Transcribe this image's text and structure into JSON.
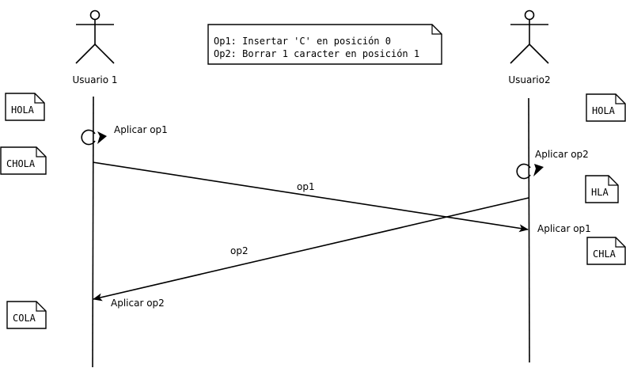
{
  "actors": [
    {
      "label": "Usuario 1"
    },
    {
      "label": "Usuario2"
    }
  ],
  "operations_note": {
    "lines": [
      "Op1: Insertar 'C' en posición 0",
      "Op2: Borrar 1 caracter en posición 1"
    ]
  },
  "user1": {
    "states": [
      "HOLA",
      "CHOLA",
      "COLA"
    ],
    "self_apply": "Aplicar op1",
    "receive_apply": "Aplicar op2"
  },
  "user2": {
    "states": [
      "HOLA",
      "HLA",
      "CHLA"
    ],
    "self_apply": "Aplicar op2",
    "receive_apply": "Aplicar op1"
  },
  "messages": [
    {
      "label": "op1"
    },
    {
      "label": "op2"
    }
  ]
}
